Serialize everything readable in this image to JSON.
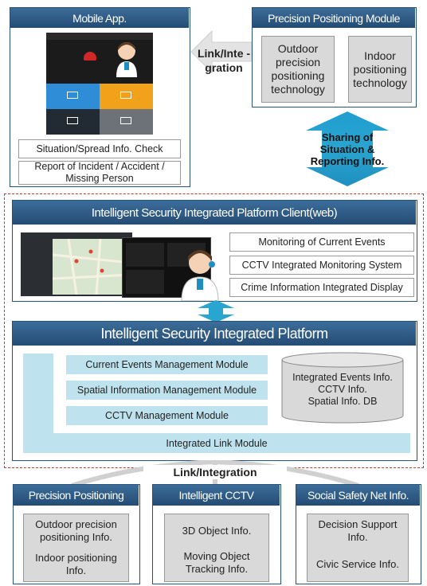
{
  "mobile_app": {
    "title": "Mobile App.",
    "items": [
      "Situation/Spread Info. Check",
      "Report of Incident / Accident / Missing Person"
    ]
  },
  "link_integration_top": "Link/Inte -gration",
  "precision_module": {
    "title": "Precision Positioning Module",
    "boxes": [
      "Outdoor precision positioning technology",
      "Indoor positioning technology"
    ]
  },
  "sharing_arrow": "Sharing of Situation & Reporting Info.",
  "client_web": {
    "title": "Intelligent Security Integrated Platform Client(web)",
    "functions": [
      "Monitoring of Current Events",
      "CCTV Integrated Monitoring System",
      "Crime Information Integrated Display"
    ]
  },
  "platform": {
    "title": "Intelligent Security Integrated Platform",
    "modules": [
      "Current Events Management Module",
      "Spatial Information Management Module",
      "CCTV  Management Module"
    ],
    "db_lines": [
      "Integrated Events Info.",
      "CCTV Info.",
      "Spatial Info. DB"
    ],
    "link_module": "Integrated Link Module"
  },
  "link_integration_bottom": "Link/Integration",
  "bottom": [
    {
      "title": "Precision Positioning",
      "items": [
        "Outdoor precision positioning Info.",
        "Indoor positioning Info."
      ]
    },
    {
      "title": "Intelligent CCTV",
      "items": [
        "3D Object Info.",
        "Moving Object Tracking Info."
      ]
    },
    {
      "title": "Social Safety Net Info.",
      "items": [
        "Decision Support Info.",
        "Civic Service Info."
      ]
    }
  ],
  "colors": {
    "header": "#2f5f8c",
    "accent_blue": "#1f8fc0",
    "light_cyan": "#bfe3ee",
    "dashed_border": "#c0392b"
  }
}
